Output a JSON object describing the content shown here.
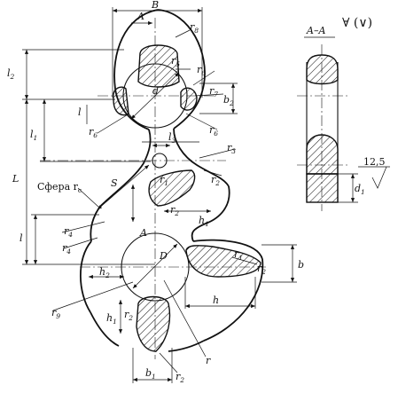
{
  "labels": {
    "B": "B",
    "A_top": "A",
    "r8": "r",
    "r8s": "8",
    "r5": "r",
    "r5s": "5",
    "r6a": "r",
    "r6as": "6",
    "r7": "r",
    "r7s": "7",
    "d": "d",
    "b2": "b",
    "b2s": "2",
    "r6b": "r",
    "r6bs": "6",
    "r6c": "r",
    "r6cs": "6",
    "l2": "l",
    "l2s": "2",
    "l_small": "l",
    "l1": "l",
    "l1s": "1",
    "l3": "l",
    "l3s": "3",
    "r3": "r",
    "r3s": "3",
    "L": "L",
    "S": "S",
    "sphere": "Сфера r",
    "spheres": "c",
    "r1a": "r",
    "r1as": "1",
    "r2a": "r",
    "r2as": "2",
    "r2b": "r",
    "r2bs": "2",
    "h1": "h",
    "h1s": "1",
    "l": "l",
    "r4a": "r",
    "r4as": "4",
    "r4b": "r",
    "r4bs": "4",
    "A_mid": "A",
    "D": "D",
    "r1b": "r",
    "r1bs": "1",
    "r2c": "r",
    "r2cs": "2",
    "b": "b",
    "h2": "h",
    "h2s": "2",
    "h": "h",
    "r9": "r",
    "r9s": "9",
    "h_low": "h",
    "h_lows": "1",
    "r_low": "r",
    "r_lows": "2",
    "r": "r",
    "b1": "b",
    "b1s": "1",
    "r2d": "r",
    "r2ds": "2",
    "section": "A–A",
    "d1": "d",
    "d1s": "1",
    "roughness": "12,5",
    "finish": "∀ (∨)"
  }
}
